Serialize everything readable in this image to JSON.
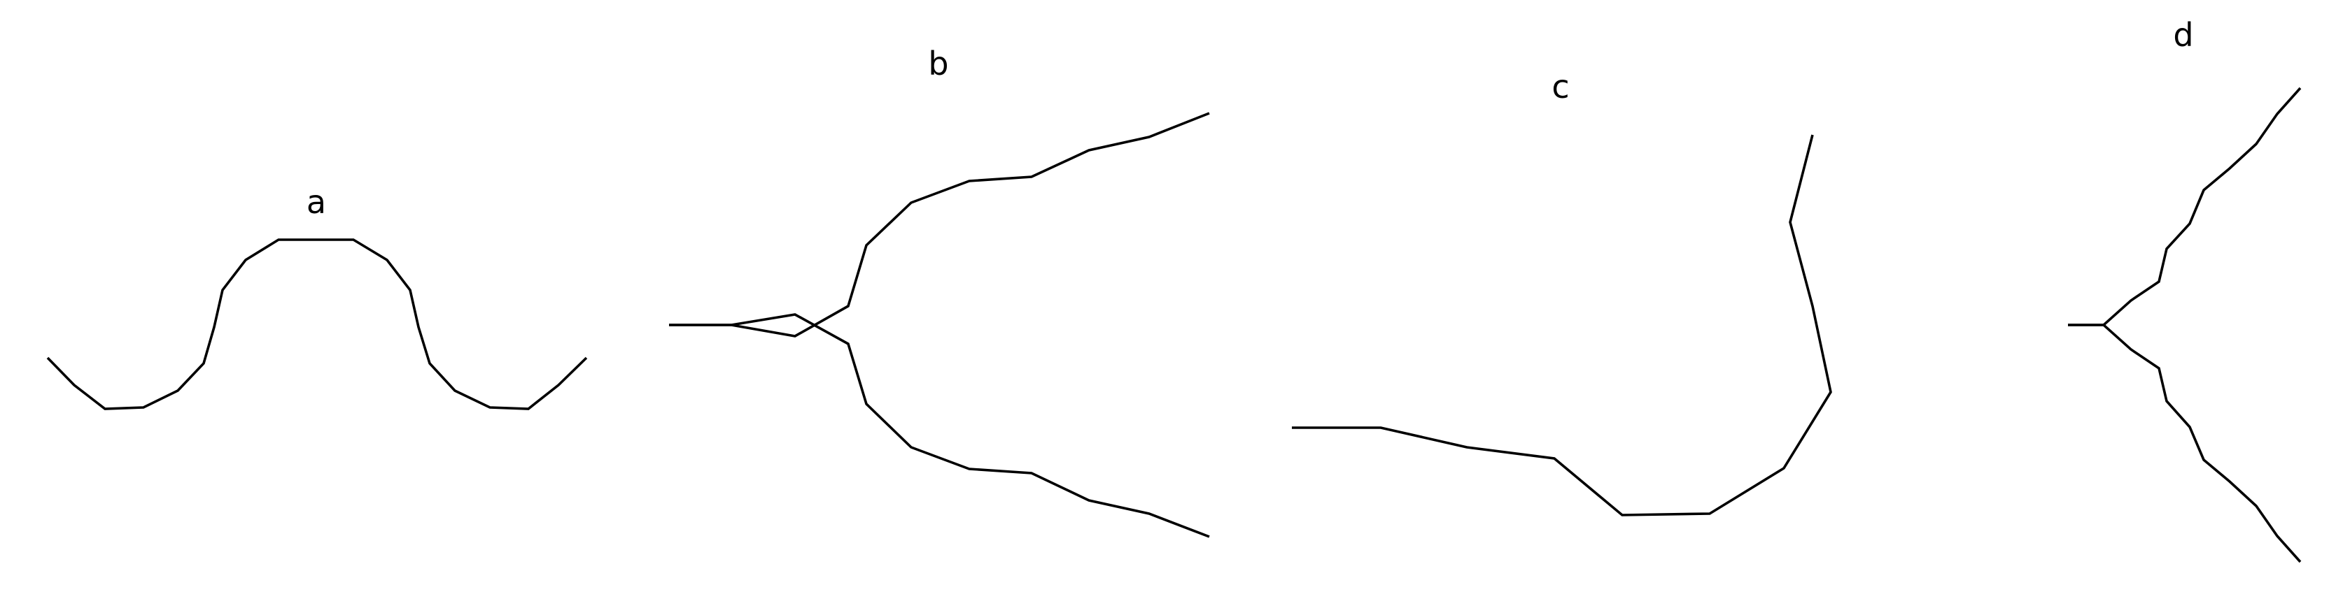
{
  "panels": [
    {
      "id": "a",
      "label": "a",
      "paths": [
        [
          [
            68,
            512
          ],
          [
            106,
            551
          ],
          [
            150,
            585
          ],
          [
            205,
            583
          ],
          [
            254,
            559
          ],
          [
            291,
            520
          ],
          [
            306,
            468
          ],
          [
            318,
            415
          ],
          [
            351,
            372
          ],
          [
            398,
            343
          ],
          [
            505,
            343
          ],
          [
            553,
            372
          ],
          [
            586,
            415
          ],
          [
            598,
            468
          ],
          [
            614,
            520
          ],
          [
            650,
            559
          ],
          [
            700,
            583
          ],
          [
            755,
            585
          ],
          [
            798,
            551
          ],
          [
            838,
            512
          ]
        ]
      ]
    },
    {
      "id": "b",
      "label": "b",
      "paths": [
        [
          [
            956,
            465
          ],
          [
            1045,
            465
          ],
          [
            1136,
            450
          ],
          [
            1212,
            492
          ],
          [
            1238,
            578
          ],
          [
            1302,
            640
          ],
          [
            1385,
            671
          ],
          [
            1474,
            677
          ],
          [
            1556,
            716
          ],
          [
            1642,
            735
          ],
          [
            1728,
            768
          ]
        ],
        [
          [
            956,
            465
          ],
          [
            1045,
            465
          ],
          [
            1136,
            481
          ],
          [
            1212,
            438
          ],
          [
            1238,
            351
          ],
          [
            1302,
            290
          ],
          [
            1385,
            259
          ],
          [
            1474,
            253
          ],
          [
            1556,
            215
          ],
          [
            1642,
            196
          ],
          [
            1728,
            162
          ]
        ]
      ]
    },
    {
      "id": "c",
      "label": "c",
      "paths": [
        [
          [
            1846,
            612
          ],
          [
            1973,
            612
          ],
          [
            2096,
            640
          ],
          [
            2221,
            656
          ],
          [
            2318,
            737
          ],
          [
            2443,
            735
          ],
          [
            2549,
            670
          ],
          [
            2616,
            561
          ],
          [
            2590,
            438
          ],
          [
            2558,
            318
          ],
          [
            2590,
            193
          ]
        ]
      ]
    },
    {
      "id": "d",
      "label": "d",
      "paths": [
        [
          [
            2955,
            465
          ],
          [
            3006,
            465
          ],
          [
            3045,
            430
          ],
          [
            3085,
            403
          ],
          [
            3096,
            356
          ],
          [
            3129,
            320
          ],
          [
            3149,
            272
          ],
          [
            3186,
            241
          ],
          [
            3224,
            206
          ],
          [
            3254,
            163
          ],
          [
            3287,
            126
          ]
        ],
        [
          [
            2955,
            465
          ],
          [
            3006,
            465
          ],
          [
            3045,
            500
          ],
          [
            3085,
            527
          ],
          [
            3096,
            574
          ],
          [
            3129,
            611
          ],
          [
            3149,
            658
          ],
          [
            3186,
            689
          ],
          [
            3224,
            724
          ],
          [
            3254,
            767
          ],
          [
            3287,
            804
          ]
        ]
      ]
    }
  ]
}
